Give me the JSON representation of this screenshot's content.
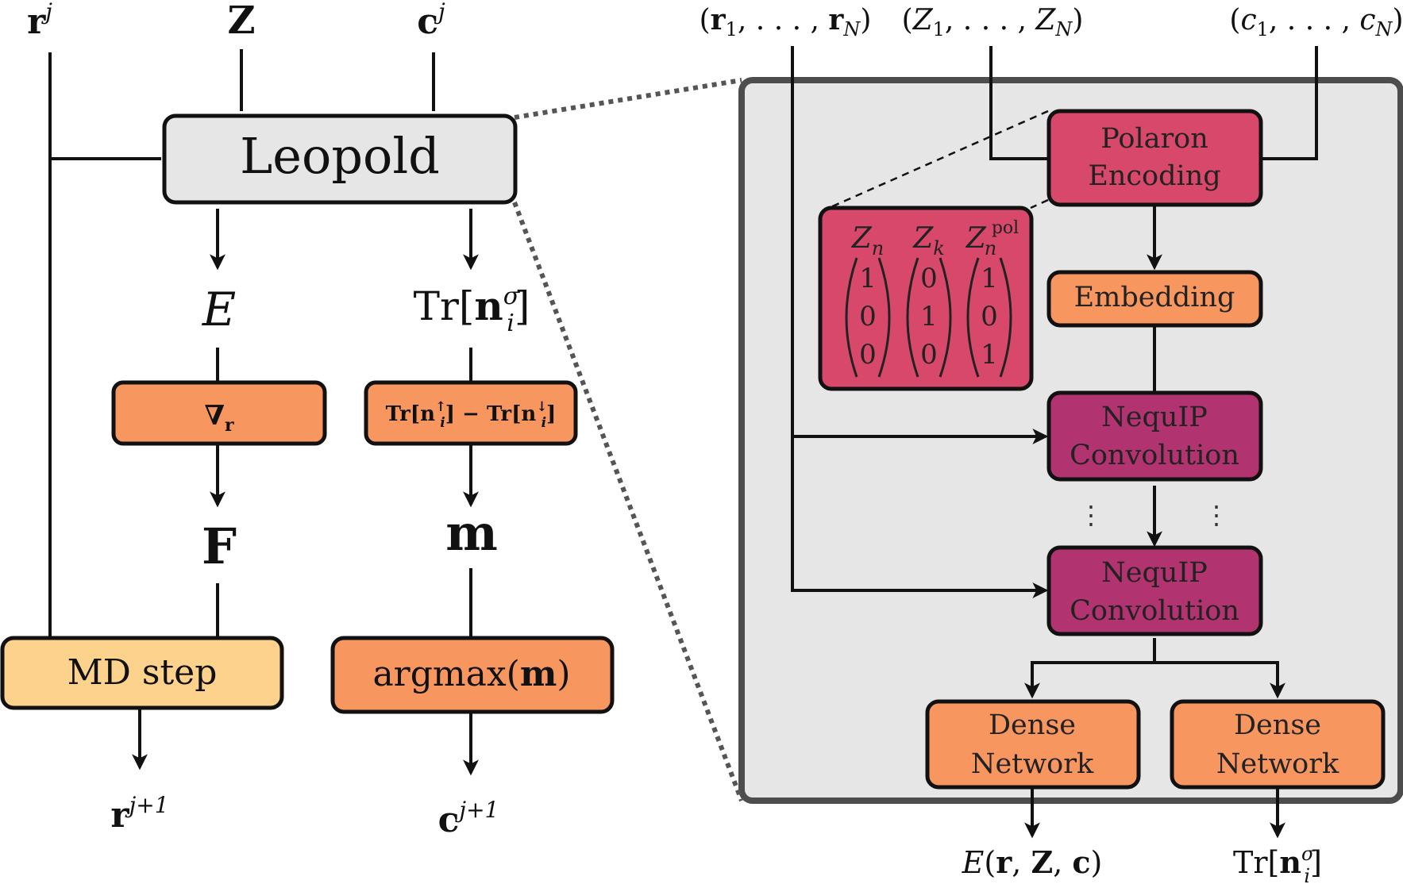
{
  "colors": {
    "leopold_fill": "#e6e6e6",
    "light_orange": "#fdd28c",
    "orange": "#f8965f",
    "red_pink": "#d8486a",
    "purple": "#b1336f",
    "panel_fill": "#e6e6e6",
    "panel_border": "#4d4d4d",
    "line": "#111111"
  },
  "left": {
    "inputs": {
      "r": "r",
      "r_sup": "j",
      "z": "Z",
      "c": "c",
      "c_sup": "j"
    },
    "leopold": "Leopold",
    "energy": "E",
    "trace": {
      "pre": "Tr[",
      "n": "n",
      "sup": "σ",
      "sub": "i",
      "post": "]"
    },
    "grad": {
      "symbol": "∇",
      "sub": "r"
    },
    "spin_diff": {
      "t1": "Tr[",
      "n1": "n",
      "sup1": "↑",
      "sub1": "i",
      "t2": "] − Tr[",
      "n2": "n",
      "sup2": "↓",
      "sub2": "i",
      "t3": "]"
    },
    "force": "F",
    "moment": "m",
    "md_step": "MD step",
    "argmax": {
      "pre": "argmax(",
      "arg": "m",
      "post": ")"
    },
    "r_out": "r",
    "r_out_sup": "j+1",
    "c_out": "c",
    "c_out_sup": "j+1"
  },
  "right": {
    "inputs": {
      "r": {
        "open": "(",
        "v1": "r",
        "s1": "1",
        "mid": ", . . . , ",
        "v2": "r",
        "s2": "N",
        "close": ")"
      },
      "z": {
        "open": "(",
        "v1": "Z",
        "s1": "1",
        "mid": ", . . . , ",
        "v2": "Z",
        "s2": "N",
        "close": ")"
      },
      "c": {
        "open": "(",
        "v1": "c",
        "s1": "1",
        "mid": ", . . . , ",
        "v2": "c",
        "s2": "N",
        "close": ")"
      }
    },
    "polaron_line1": "Polaron",
    "polaron_line2": "Encoding",
    "embedding": "Embedding",
    "nequip_line1": "NequIP",
    "nequip_line2": "Convolution",
    "dense_line1": "Dense",
    "dense_line2": "Network",
    "vector_labels": {
      "zn": "Z",
      "zn_sub": "n",
      "zk": "Z",
      "zk_sub": "k",
      "zpol": "Z",
      "zpol_sub": "n",
      "zpol_sup": "pol"
    },
    "vectors": [
      [
        "1",
        "0",
        "0"
      ],
      [
        "0",
        "1",
        "0"
      ],
      [
        "1",
        "0",
        "1"
      ]
    ],
    "dots": "⋮",
    "out_energy": {
      "e": "E",
      "open": "(",
      "a": "r",
      "comma1": ", ",
      "b": "Z",
      "comma2": ", ",
      "c": "c",
      "close": ")"
    },
    "out_trace": {
      "pre": "Tr[",
      "n": "n",
      "sup": "σ",
      "sub": "i",
      "post": "]"
    }
  }
}
